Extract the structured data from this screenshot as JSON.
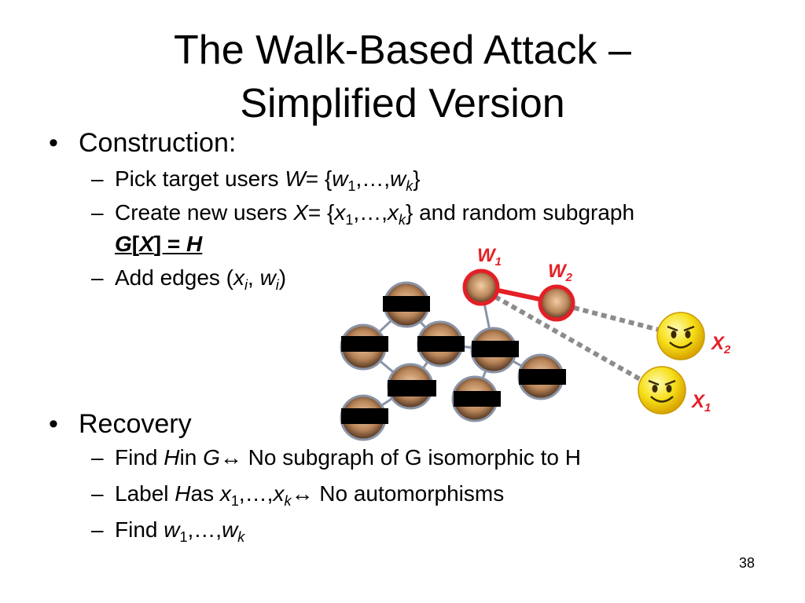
{
  "slide": {
    "title_line1": "The Walk-Based Attack –",
    "title_line2": "Simplified Version",
    "page_number": "38"
  },
  "construction": {
    "bullet": "•",
    "label": "Construction:",
    "items": [
      {
        "dash": "–",
        "parts": [
          "Pick target users ",
          "W",
          " = {",
          "w",
          "1",
          ",…,",
          "w",
          "k",
          "}"
        ]
      },
      {
        "dash": "–",
        "parts": [
          "Create new users ",
          "X",
          " = {",
          "x",
          "1",
          ",…,",
          "x",
          "k",
          "} and random subgraph"
        ],
        "line2": [
          "G",
          "[",
          "X",
          "] = ",
          "H"
        ]
      },
      {
        "dash": "–",
        "parts": [
          "Add edges (",
          "x",
          "i",
          ", ",
          "w",
          "i",
          ")"
        ]
      }
    ]
  },
  "recovery": {
    "bullet": "•",
    "label": "Recovery",
    "items": [
      {
        "dash": "–",
        "parts": [
          "Find ",
          "H",
          " in ",
          "G",
          " ↔ No subgraph of G isomorphic to H"
        ]
      },
      {
        "dash": "–",
        "parts": [
          "Label ",
          "H",
          " as ",
          "x",
          "1",
          ",…,",
          "x",
          "k",
          " ↔ No automorphisms"
        ]
      },
      {
        "dash": "–",
        "parts": [
          "Find ",
          "w",
          "1",
          ",…,",
          "w",
          "k"
        ]
      }
    ]
  },
  "diagram": {
    "target_nodes": [
      {
        "letter": "W",
        "index": "1"
      },
      {
        "letter": "W",
        "index": "2"
      }
    ],
    "attacker_nodes": [
      {
        "letter": "X",
        "index": "2"
      },
      {
        "letter": "X",
        "index": "1"
      }
    ],
    "colors": {
      "highlight": "#e41f26",
      "attack_edge": "#8c8c8c",
      "graph_edge": "#8a94a6",
      "censor_bar": "#000000"
    }
  }
}
